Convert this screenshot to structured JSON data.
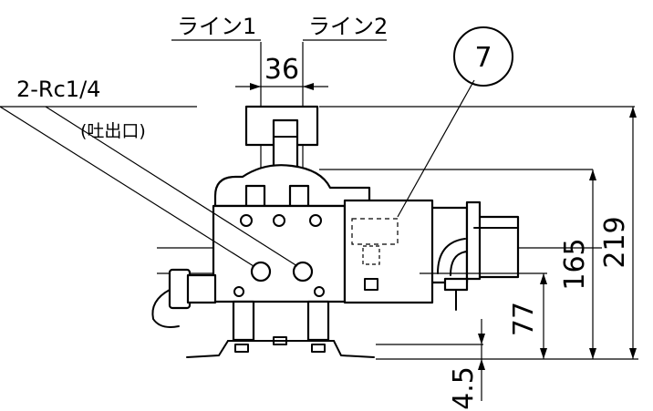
{
  "labels": {
    "line1": "ライン1",
    "line2": "ライン2",
    "port_spec": "2-Rc1/4",
    "port_note": "(吐出口)",
    "balloon": "7"
  },
  "dimensions": {
    "width_36": "36",
    "height_219": "219",
    "height_165": "165",
    "height_77": "77",
    "height_4_5": "4.5"
  }
}
